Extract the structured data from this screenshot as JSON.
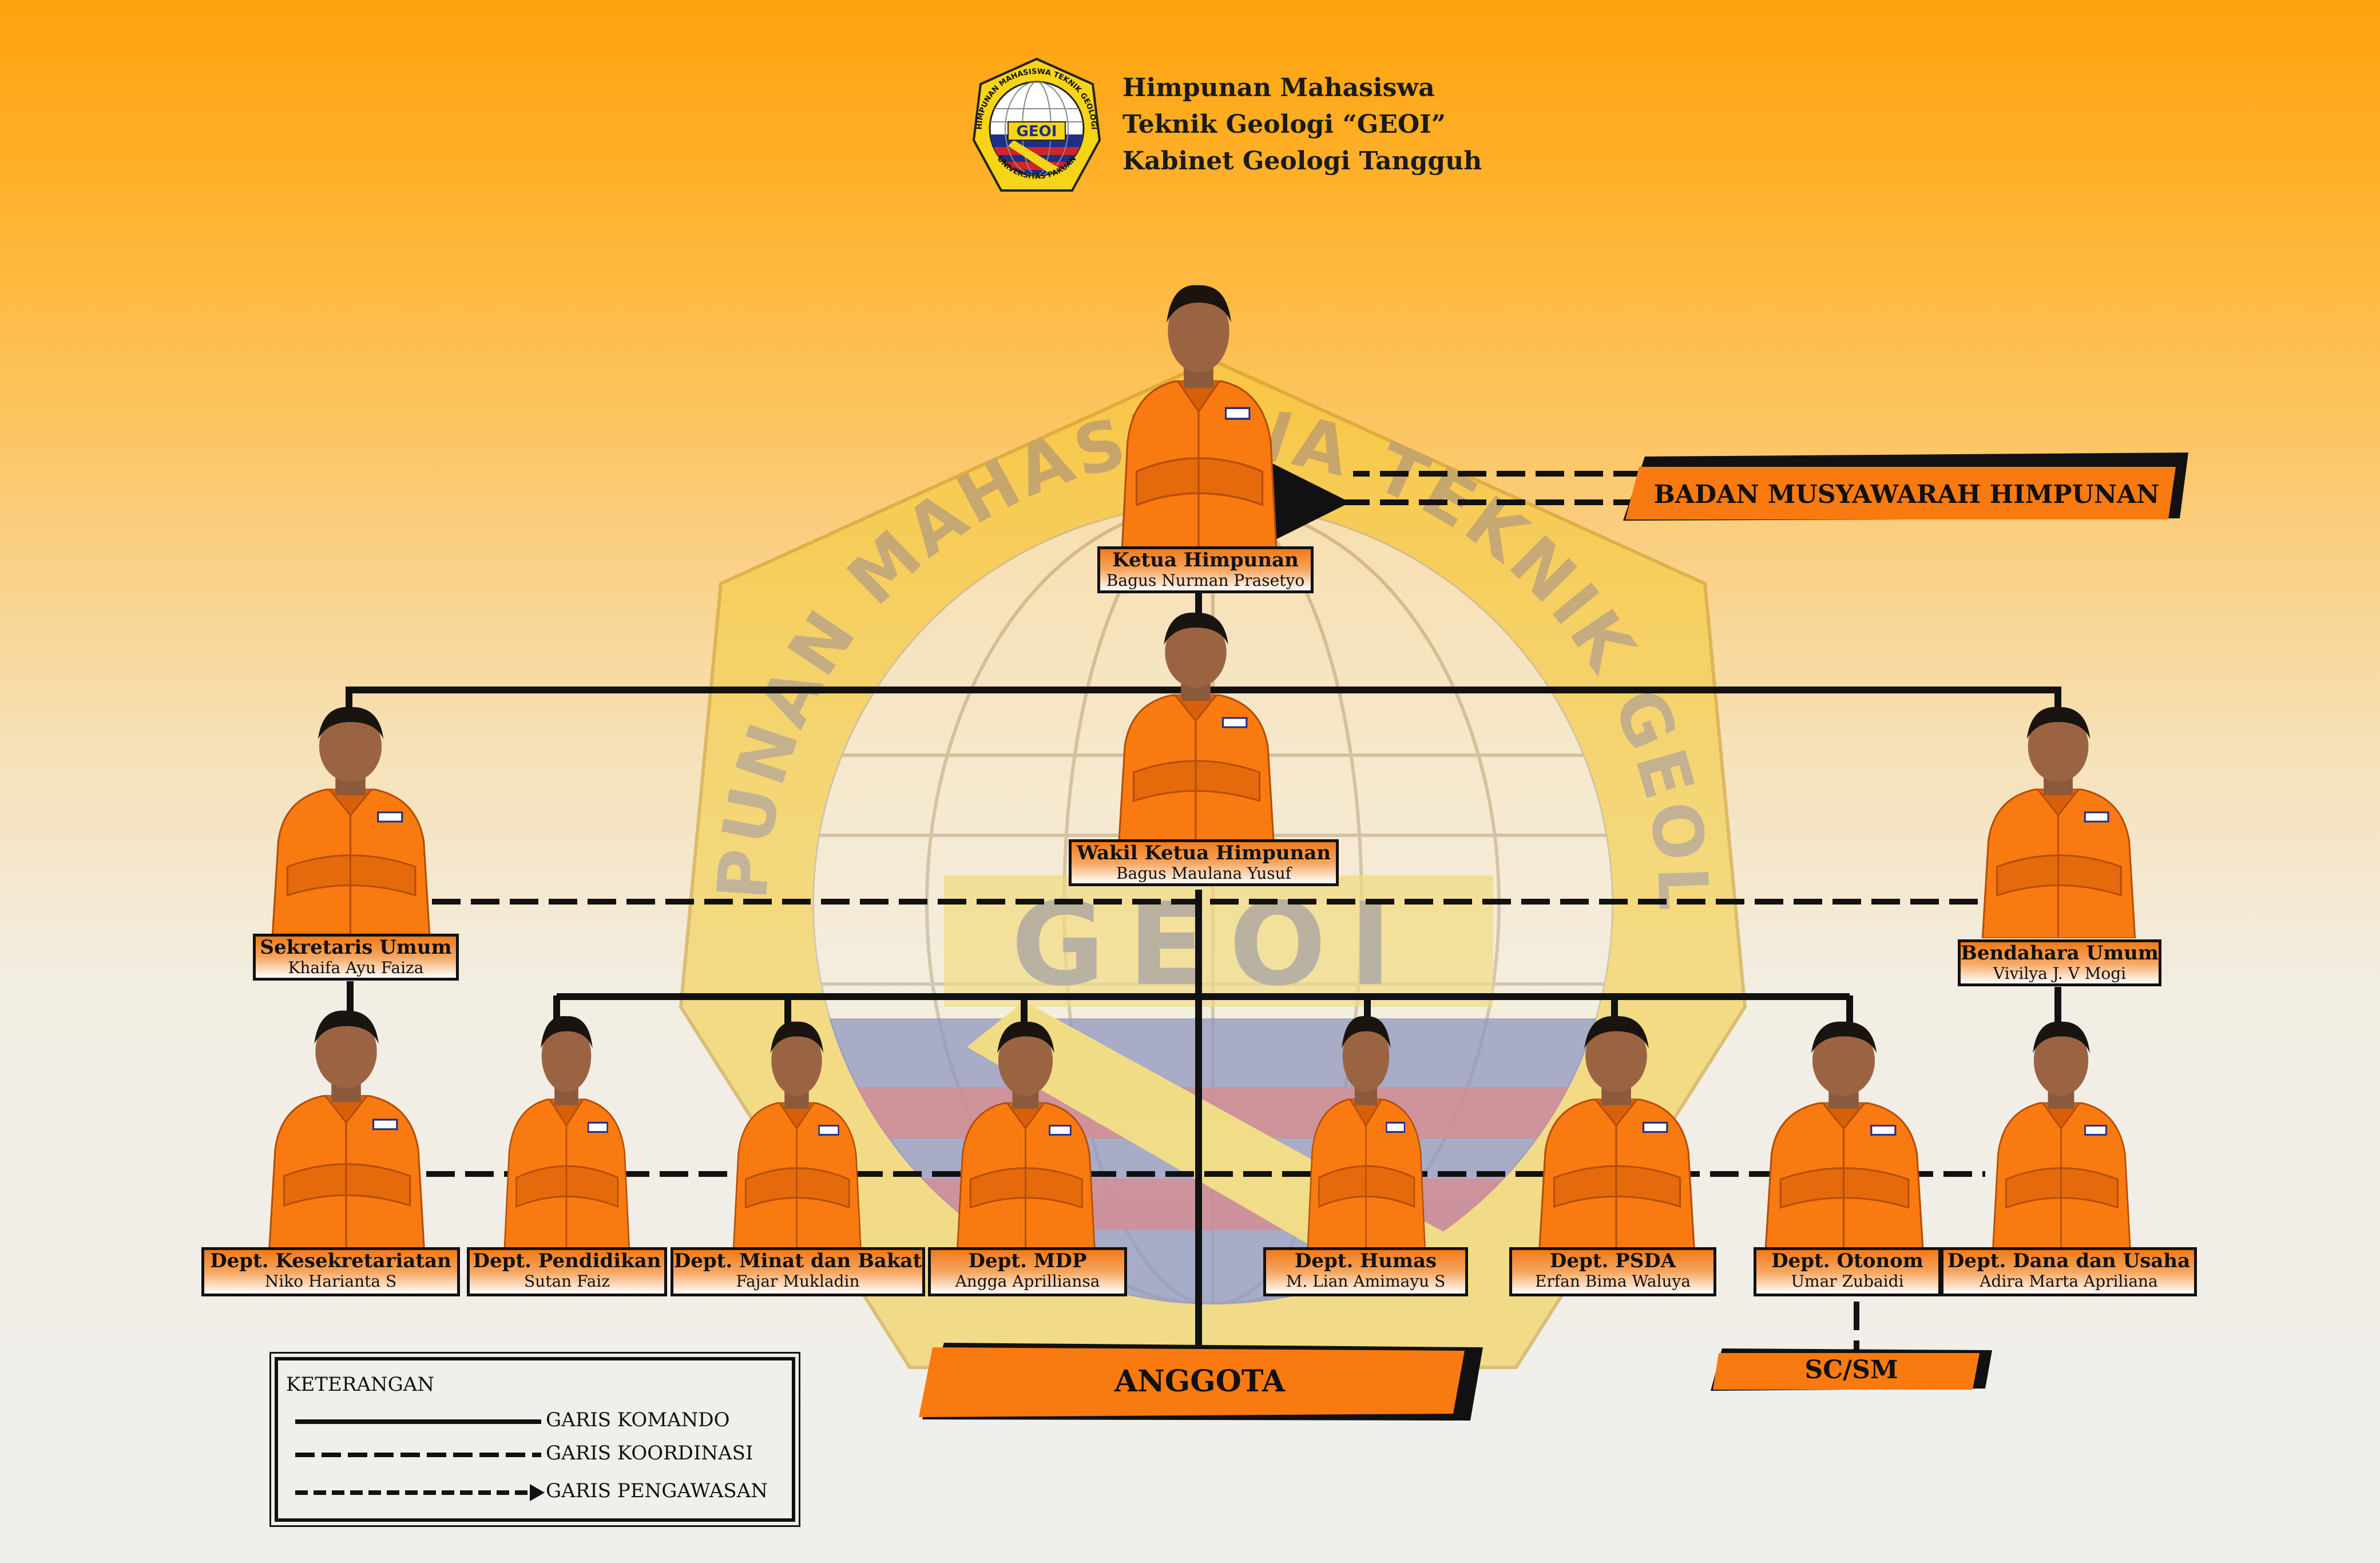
{
  "header": {
    "line1": "Himpunan Mahasiswa",
    "line2": "Teknik Geologi “GEOI”",
    "line3": "Kabinet Geologi Tangguh"
  },
  "logo": {
    "ring_top": "HIMPUNAN MAHASISWA TEKNIK GEOLOGI",
    "ring_bottom": "UNIVERSITAS PAKUAN",
    "center": "GEOI"
  },
  "colors": {
    "orange": "#F97A10",
    "label_top": "#F07A1A",
    "line": "#111111",
    "navy": "#1D2F86",
    "red": "#D2232A",
    "yellow": "#F6D417"
  },
  "people": {
    "ketua": {
      "role": "Ketua Himpunan",
      "name": "Bagus Nurman Prasetyo"
    },
    "wakil": {
      "role": "Wakil Ketua Himpunan",
      "name": "Bagus Maulana Yusuf"
    },
    "sekretaris": {
      "role": "Sekretaris Umum",
      "name": "Khaifa Ayu Faiza"
    },
    "bendahara": {
      "role": "Bendahara Umum",
      "name": "Vivilya J. V Mogi"
    }
  },
  "departments": [
    {
      "role": "Dept. Kesekretariatan",
      "name": "Niko Harianta S"
    },
    {
      "role": "Dept. Pendidikan",
      "name": "Sutan Faiz"
    },
    {
      "role": "Dept. Minat dan Bakat",
      "name": "Fajar Mukladin"
    },
    {
      "role": "Dept. MDP",
      "name": "Angga Aprilliansa"
    },
    {
      "role": "Dept. Humas",
      "name": "M. Lian Amimayu S"
    },
    {
      "role": "Dept. PSDA",
      "name": "Erfan Bima Waluya"
    },
    {
      "role": "Dept. Otonom",
      "name": "Umar Zubaidi"
    },
    {
      "role": "Dept. Dana dan Usaha",
      "name": "Adira Marta Apriliana"
    }
  ],
  "banners": {
    "bmh": "BADAN MUSYAWARAH HIMPUNAN",
    "anggota": "ANGGOTA",
    "scsm": "SC/SM"
  },
  "legend": {
    "title": "KETERANGAN",
    "komando": "GARIS KOMANDO",
    "koordinasi": "GARIS KOORDINASI",
    "pengawasan": "GARIS PENGAWASAN"
  }
}
